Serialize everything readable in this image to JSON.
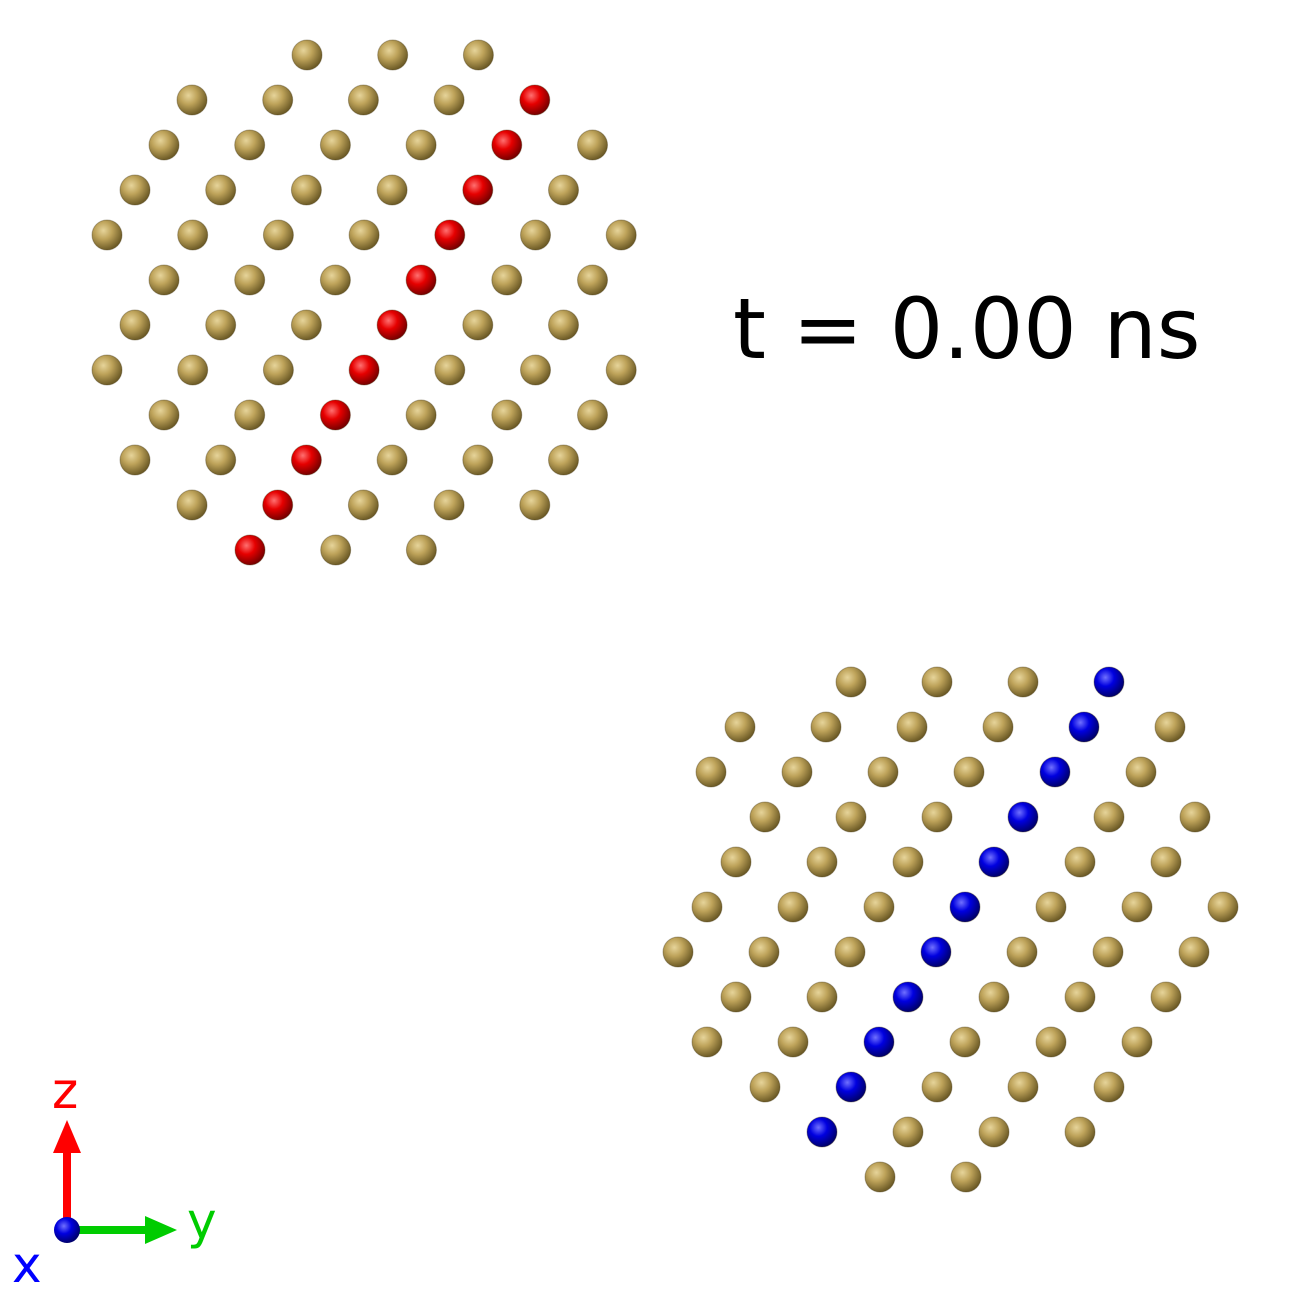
{
  "time_label": "t = 0.00 ns",
  "axes": {
    "z": "z",
    "y": "y",
    "x": "x"
  },
  "colors": {
    "atom_default": "#b39a4c",
    "atom_highlight_upper": "#e60000",
    "atom_highlight_lower": "#0000e0",
    "axis_z": "#ff0000",
    "axis_y": "#00cc00",
    "axis_x": "#0000ff"
  },
  "clusters": [
    {
      "name": "upper-left-cluster",
      "highlight_color": "red",
      "highlighted_atom_count": 11
    },
    {
      "name": "lower-right-cluster",
      "highlight_color": "blue",
      "highlighted_atom_count": 11
    }
  ]
}
